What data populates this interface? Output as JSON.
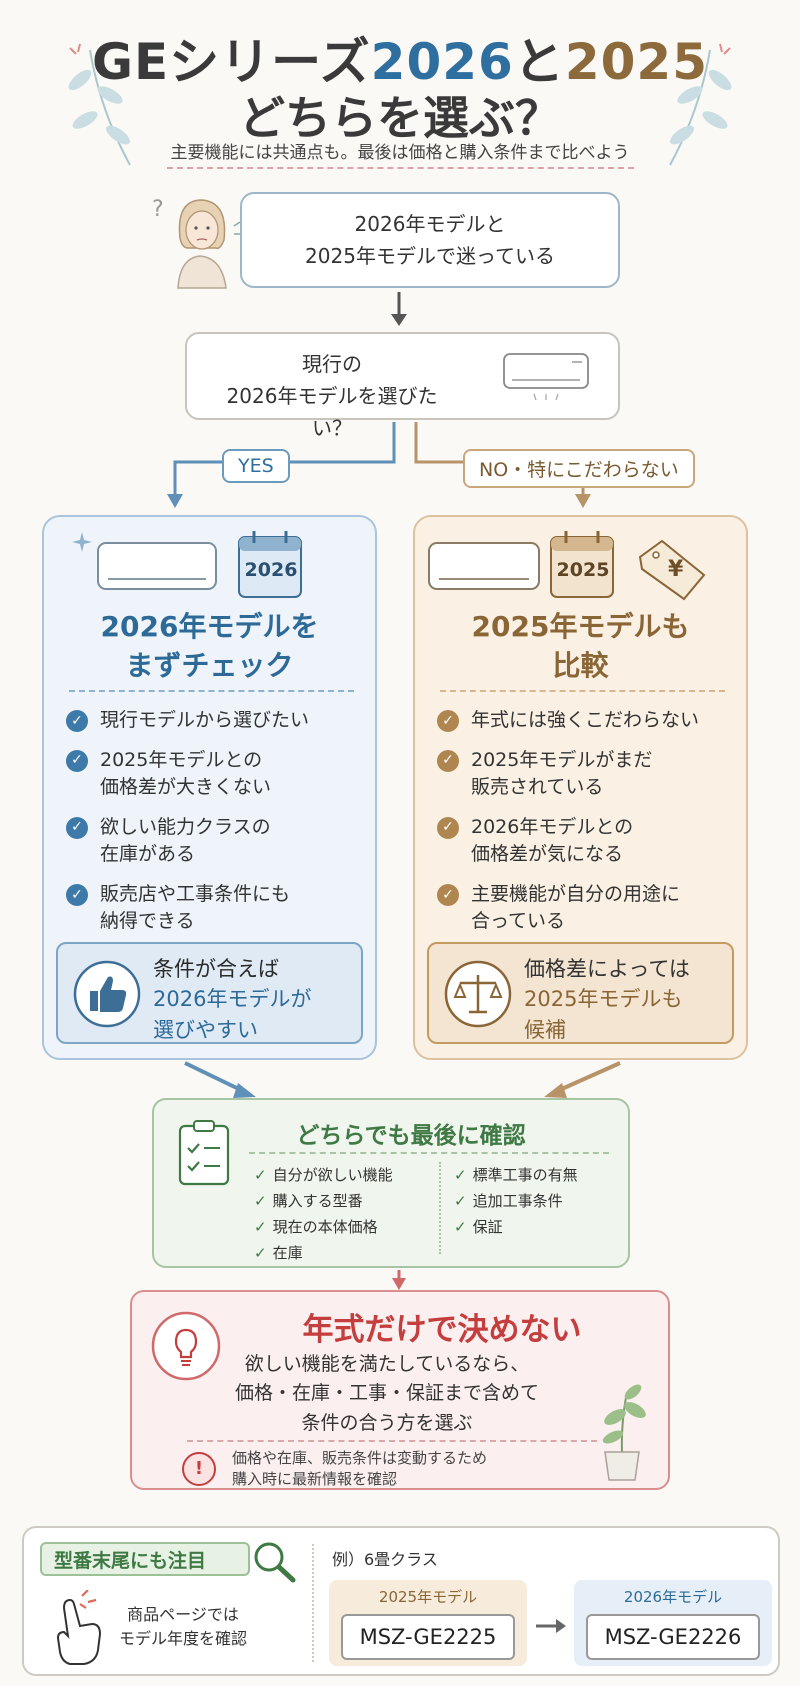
{
  "header": {
    "title_prefix": "GEシリーズ",
    "title_year_a": "2026",
    "title_connector": "と",
    "title_year_b": "2025",
    "title_line2": "どちらを選ぶ？",
    "subtitle": "主要機能には共通点も。最後は価格と購入条件まで比べよう"
  },
  "flow": {
    "start": "2026年モデルと\n2025年モデルで迷っている",
    "question": "現行の\n2026年モデルを選びたい？",
    "yes_label": "YES",
    "no_label": "NO・特にこだわらない"
  },
  "left_panel": {
    "badge_year": "2026",
    "title": "2026年モデルを\nまずチェック",
    "items": [
      "現行モデルから選びたい",
      "2025年モデルとの\n価格差が大きくない",
      "欲しい能力クラスの\n在庫がある",
      "販売店や工事条件にも\n納得できる"
    ],
    "callout_line1": "条件が合えば",
    "callout_line2": "2026年モデルが",
    "callout_line3": "選びやすい"
  },
  "right_panel": {
    "badge_year": "2025",
    "price_symbol": "¥",
    "title": "2025年モデルも\n比較",
    "items": [
      "年式には強くこだわらない",
      "2025年モデルがまだ\n販売されている",
      "2026年モデルとの\n価格差が気になる",
      "主要機能が自分の用途に\n合っている"
    ],
    "callout_line1": "価格差によっては",
    "callout_line2": "2025年モデルも",
    "callout_line3": "候補"
  },
  "final_check": {
    "title": "どちらでも最後に確認",
    "col1": [
      "自分が欲しい機能",
      "購入する型番",
      "現在の本体価格",
      "在庫"
    ],
    "col2": [
      "標準工事の有無",
      "追加工事条件",
      "保証"
    ]
  },
  "warning": {
    "title": "年式だけで決めない",
    "text": "欲しい機能を満たしているなら、\n価格・在庫・工事・保証まで含めて\n条件の合う方を選ぶ",
    "note_icon": "!",
    "note": "価格や在庫、販売条件は変動するため\n購入時に最新情報を確認"
  },
  "model_tip": {
    "tag": "型番末尾にも注目",
    "text": "商品ページでは\nモデル年度を確認",
    "example_label": "例）6畳クラス",
    "model_a_label": "2025年モデル",
    "model_a": "MSZ-GE2225",
    "model_b_label": "2026年モデル",
    "model_b": "MSZ-GE2226"
  },
  "colors": {
    "blue": "#2f6f9f",
    "brown": "#8c6a3c",
    "green": "#3f7a45",
    "red": "#c43e3e"
  }
}
